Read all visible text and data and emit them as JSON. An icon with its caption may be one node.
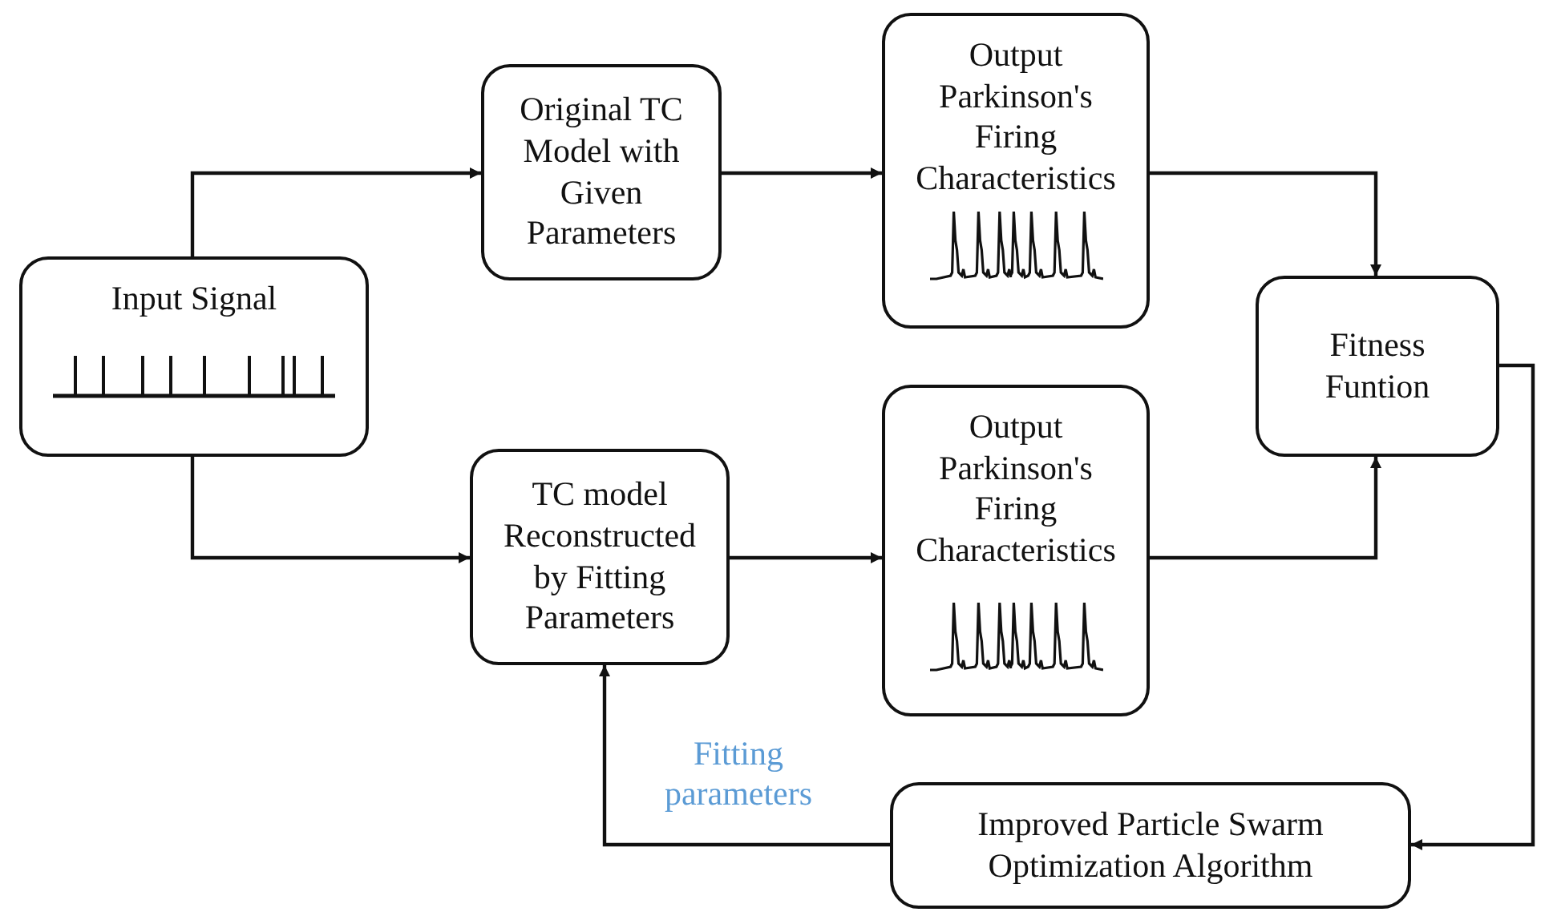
{
  "diagram": {
    "nodes": [
      {
        "text": [
          "Input Signal"
        ]
      },
      {
        "text": [
          "Original TC Model with Given Parameters"
        ]
      },
      {
        "text": [
          "Output Parkinson's Firing Characteristics"
        ]
      },
      {
        "text": [
          "Fitness Funtion"
        ]
      },
      {
        "text": [
          "TC model Reconstructed by Fitting Parameters"
        ]
      },
      {
        "text": [
          "Output Parkinson's Firing Characteristics"
        ]
      },
      {
        "text": [
          "Improved Particle Swarm Optimization Algorithm"
        ]
      }
    ],
    "edges": [
      {
        "from": 0,
        "to": 1,
        "arrow": "to"
      },
      {
        "from": 0,
        "to": 4,
        "arrow": "to"
      },
      {
        "from": 1,
        "to": 2,
        "arrow": "to"
      },
      {
        "from": 4,
        "to": 5,
        "arrow": "to"
      },
      {
        "from": 2,
        "to": 3,
        "arrow": "to"
      },
      {
        "from": 5,
        "to": 3,
        "arrow": "to"
      },
      {
        "from": 3,
        "to": 6,
        "arrow": "to"
      },
      {
        "from": 6,
        "to": 4,
        "arrow": "to",
        "label": "Fitting parameters"
      }
    ]
  }
}
